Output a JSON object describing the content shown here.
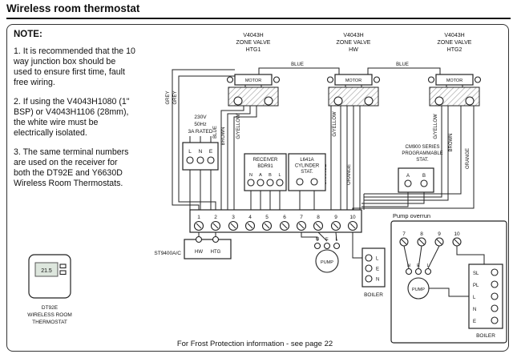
{
  "page_title": "Wireless room thermostat",
  "ink": "#1a1a1a",
  "note": {
    "heading": "NOTE:",
    "items": [
      "1. It is recommended that the 10 way junction box should be used to ensure first time, fault free wiring.",
      "2. If using the V4043H1080 (1\" BSP) or V4043H1106 (28mm), the white wire must be electrically isolated.",
      "3. The same terminal numbers are used on the receiver for both the DT92E and Y6630D Wireless Room Thermostats."
    ]
  },
  "zone_valves": [
    {
      "model": "V4043H",
      "type": "ZONE VALVE",
      "channel": "HTG1",
      "motor": "MOTOR"
    },
    {
      "model": "V4043H",
      "type": "ZONE VALVE",
      "channel": "HW",
      "motor": "MOTOR"
    },
    {
      "model": "V4043H",
      "type": "ZONE VALVE",
      "channel": "HTG2",
      "motor": "MOTOR"
    }
  ],
  "wire_labels": [
    "GREY",
    "GREY",
    "BLUE",
    "BROWN",
    "G/YELLOW",
    "BLUE",
    "G/YELLOW",
    "ORANGE",
    "ORANGE",
    "BLUE",
    "G/YELLOW",
    "BROWN",
    "ORANGE"
  ],
  "power": {
    "lines": [
      "230V",
      "50Hz",
      "3A RATED"
    ],
    "terminals": [
      "L",
      "N",
      "E"
    ]
  },
  "receiver": {
    "title": [
      "RECEIVER",
      "BDR91"
    ],
    "terminals": [
      "N",
      "A",
      "B",
      "L"
    ]
  },
  "cylinder_stat": {
    "title": [
      "L641A",
      "CYLINDER",
      "STAT."
    ]
  },
  "prog_stat": {
    "title": [
      "CM900 SERIES",
      "PROGRAMMABLE",
      "STAT."
    ],
    "terminals": [
      "A",
      "B"
    ]
  },
  "junction_box": {
    "terminals": [
      "1",
      "2",
      "3",
      "4",
      "5",
      "6",
      "7",
      "8",
      "9",
      "10"
    ]
  },
  "programmer": {
    "label": "ST9400A/C",
    "channels": [
      "HW",
      "HTG"
    ]
  },
  "pump": {
    "label": "PUMP",
    "terminals": [
      "N",
      "E",
      "L"
    ]
  },
  "boiler": {
    "label": "BOILER",
    "terminals": [
      "L",
      "E",
      "N"
    ]
  },
  "pump_overrun": {
    "title": "Pump overrun",
    "terminals": [
      "7",
      "8",
      "9",
      "10"
    ],
    "pump": {
      "label": "PUMP",
      "terminals": [
        "N",
        "E",
        "L"
      ]
    },
    "boiler": {
      "label": "BOILER",
      "terminals": [
        "SL",
        "PL",
        "L",
        "N",
        "E"
      ]
    }
  },
  "thermostat": {
    "display": "21.5",
    "caption": [
      "DT92E",
      "WIRELESS ROOM",
      "THERMOSTAT"
    ]
  },
  "footer": "For Frost Protection information - see page 22"
}
